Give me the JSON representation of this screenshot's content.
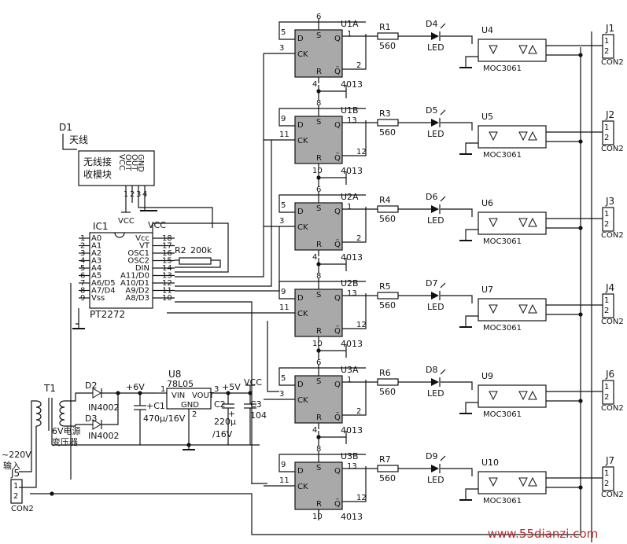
{
  "flipflops": [
    {
      "ref": "U1A",
      "part": "4013",
      "pins": {
        "s": "6",
        "d": "5",
        "ck": "3",
        "q": "1",
        "qn": "2",
        "r": "4"
      }
    },
    {
      "ref": "U1B",
      "part": "4013",
      "pins": {
        "s": "8",
        "d": "9",
        "ck": "11",
        "q": "13",
        "qn": "12",
        "r": "10"
      }
    },
    {
      "ref": "U2A",
      "part": "4013",
      "pins": {
        "s": "6",
        "d": "5",
        "ck": "3",
        "q": "1",
        "qn": "2",
        "r": "4"
      }
    },
    {
      "ref": "U2B",
      "part": "4013",
      "pins": {
        "s": "8",
        "d": "9",
        "ck": "11",
        "q": "13",
        "qn": "12",
        "r": "10"
      }
    },
    {
      "ref": "U3A",
      "part": "4013",
      "pins": {
        "s": "6",
        "d": "5",
        "ck": "3",
        "q": "1",
        "qn": "2",
        "r": "4"
      }
    },
    {
      "ref": "U3B",
      "part": "4013",
      "pins": {
        "s": "8",
        "d": "9",
        "ck": "11",
        "q": "13",
        "qn": "12",
        "r": "10"
      }
    }
  ],
  "ff_labels": {
    "d": "D",
    "s": "S",
    "q": "Q",
    "ck": "CK",
    "r": "R",
    "qn": "Q̄"
  },
  "channels": [
    {
      "res": "R1",
      "val": "560",
      "led": "D4",
      "led_label": "LED",
      "opto": "U4",
      "opto_part": "MOC3061",
      "conn": "J1",
      "conn_type": "CON2"
    },
    {
      "res": "R3",
      "val": "560",
      "led": "D5",
      "led_label": "LED",
      "opto": "U5",
      "opto_part": "MOC3061",
      "conn": "J2",
      "conn_type": "CON2"
    },
    {
      "res": "R4",
      "val": "560",
      "led": "D6",
      "led_label": "LED",
      "opto": "U6",
      "opto_part": "MOC3061",
      "conn": "J3",
      "conn_type": "CON2"
    },
    {
      "res": "R5",
      "val": "560",
      "led": "D7",
      "led_label": "LED",
      "opto": "U7",
      "opto_part": "MOC3061",
      "conn": "J4",
      "conn_type": "CON2"
    },
    {
      "res": "R6",
      "val": "560",
      "led": "D8",
      "led_label": "LED",
      "opto": "U9",
      "opto_part": "MOC3061",
      "conn": "J6",
      "conn_type": "CON2"
    },
    {
      "res": "R7",
      "val": "560",
      "led": "D9",
      "led_label": "LED",
      "opto": "U10",
      "opto_part": "MOC3061",
      "conn": "J7",
      "conn_type": "CON2"
    }
  ],
  "conn_pins": [
    "1",
    "2"
  ],
  "receiver": {
    "ref": "D1",
    "antenna": "天线",
    "name_line1": "无线接",
    "name_line2": "收模块",
    "pins_text": [
      "VCC",
      "OUT",
      "OUT",
      "GND"
    ],
    "pin_nums": [
      "1",
      "2",
      "3",
      "4"
    ],
    "vcc": "VCC"
  },
  "decoder": {
    "ref": "IC1",
    "part": "PT2272",
    "vcc_label": "VCC",
    "left_nums": [
      "1",
      "2",
      "3",
      "4",
      "5",
      "6",
      "7",
      "8",
      "9"
    ],
    "left_names": [
      "A0",
      "A1",
      "A2",
      "A3",
      "A4",
      "A5",
      "A6/D5",
      "A7/D4",
      "Vss"
    ],
    "right_nums": [
      "18",
      "17",
      "16",
      "15",
      "14",
      "13",
      "12",
      "11",
      "10"
    ],
    "right_names": [
      "Vcc",
      "VT",
      "OSC1",
      "OSC2",
      "DIN",
      "A11/D0",
      "A10/D1",
      "A9/D2",
      "A8/D3"
    ],
    "r2": "R2",
    "r2_val": "200k"
  },
  "power": {
    "t1": "T1",
    "t1_line1": "6V电源",
    "t1_line2": "变压器",
    "ac1": "~220V",
    "ac2": "输入",
    "d2": "D2",
    "d2_part": "IN4002",
    "d3": "D3",
    "d3_part": "IN4002",
    "plus6": "+6V",
    "c1": "+C1",
    "c1_val": "470μ/16V",
    "u8": "U8",
    "u8_part": "78L05",
    "vin": "VIN",
    "vout": "VOUT",
    "gnd": "GND",
    "pin1": "1",
    "pin2": "2",
    "pin3": "3",
    "plus5": "+5V",
    "vcc": "VCC",
    "c2": "C2",
    "c2_plus": "+",
    "c2_val1": "220μ",
    "c2_val2": "/16V",
    "c3": "C3",
    "c3_val": "104",
    "j5": "J5",
    "j5_type": "CON2"
  },
  "watermark": "www.55dianzi.com"
}
